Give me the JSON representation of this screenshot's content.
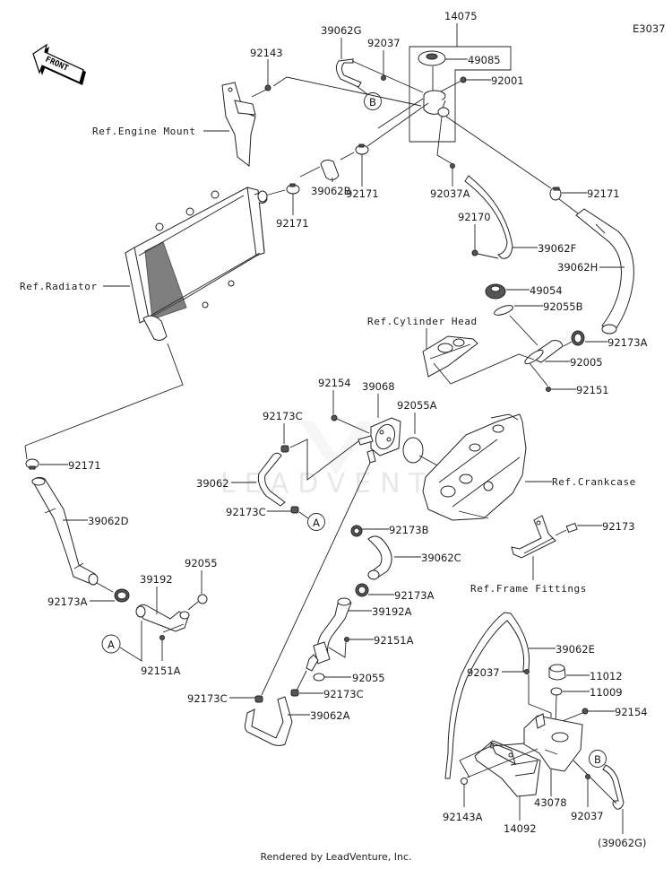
{
  "diagram": {
    "code": "E3037",
    "front_arrow": "FRONT",
    "watermark": "LEADVENTURE",
    "footer": "Rendered by LeadVenture, Inc.",
    "callouts": {
      "a": "A",
      "b": "B"
    },
    "refs": {
      "engine_mount": "Ref.Engine Mount",
      "radiator": "Ref.Radiator",
      "cylinder_head": "Ref.Cylinder Head",
      "crankcase": "Ref.Crankcase",
      "frame_fittings": "Ref.Frame Fittings"
    },
    "parts": {
      "p14075": "14075",
      "p49085": "49085",
      "p92001": "92001",
      "p39062G": "39062G",
      "p92037_top": "92037",
      "p92143": "92143",
      "p92171_a": "92171",
      "p92171_b": "92171",
      "p39062B": "39062B",
      "p92037A": "92037A",
      "p92171_c": "92171",
      "p92170": "92170",
      "p39062F": "39062F",
      "p39062H": "39062H",
      "p49054": "49054",
      "p92055B": "92055B",
      "p92173A_top": "92173A",
      "p92005": "92005",
      "p92151": "92151",
      "p92154_mid": "92154",
      "p39068": "39068",
      "p92055A": "92055A",
      "p92173C_1": "92173C",
      "p39062": "39062",
      "p92173C_2": "92173C",
      "p92171_d": "92171",
      "p39062D": "39062D",
      "p92173B": "92173B",
      "p39062C": "39062C",
      "p92173": "92173",
      "p92173A_mid": "92173A",
      "p39192A": "39192A",
      "p92055_left": "92055",
      "p39192": "39192",
      "p92173A_left": "92173A",
      "p92151A_left": "92151A",
      "p92151A_mid": "92151A",
      "p92055_mid": "92055",
      "p92173C_3": "92173C",
      "p92173C_4": "92173C",
      "p39062A": "39062A",
      "p39062E": "39062E",
      "p92037_tank": "92037",
      "p11012": "11012",
      "p11009": "11009",
      "p92154_tank": "92154",
      "p43078": "43078",
      "p92143A": "92143A",
      "p14092": "14092",
      "p92037_bottom": "92037",
      "p39062G_ref": "(39062G)"
    }
  }
}
